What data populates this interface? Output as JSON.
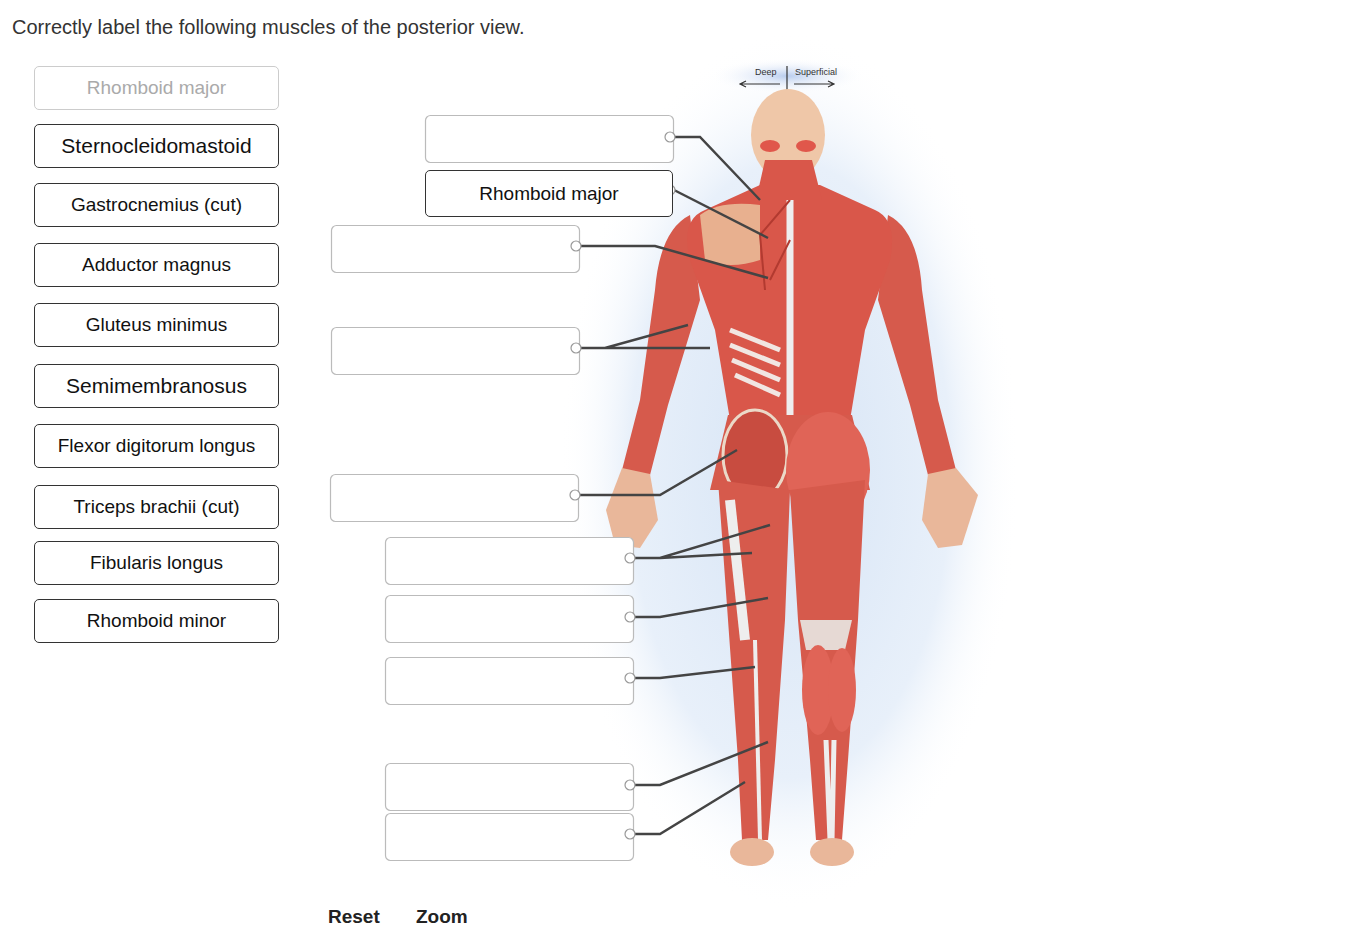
{
  "diagram": {
    "title": "Correctly label the following muscles of the posterior view.",
    "nodes": [
      {
        "text": [
          "Rhomboid major"
        ]
      },
      {
        "text": [
          "Sternocleidomastoid"
        ]
      },
      {
        "text": [
          "Gastrocnemius (cut)"
        ]
      },
      {
        "text": [
          "Adductor magnus"
        ]
      },
      {
        "text": [
          "Gluteus minimus"
        ]
      },
      {
        "text": [
          "Semimembranosus"
        ]
      },
      {
        "text": [
          "Flexor digitorum longus"
        ]
      },
      {
        "text": [
          "Triceps brachii (cut)"
        ]
      },
      {
        "text": [
          "Fibularis longus"
        ]
      },
      {
        "text": [
          "Rhomboid minor"
        ]
      },
      {
        "text": [
          "Rhomboid major"
        ]
      }
    ],
    "labels": [
      "Deep",
      "Superficial",
      "Reset",
      "Zoom"
    ]
  }
}
